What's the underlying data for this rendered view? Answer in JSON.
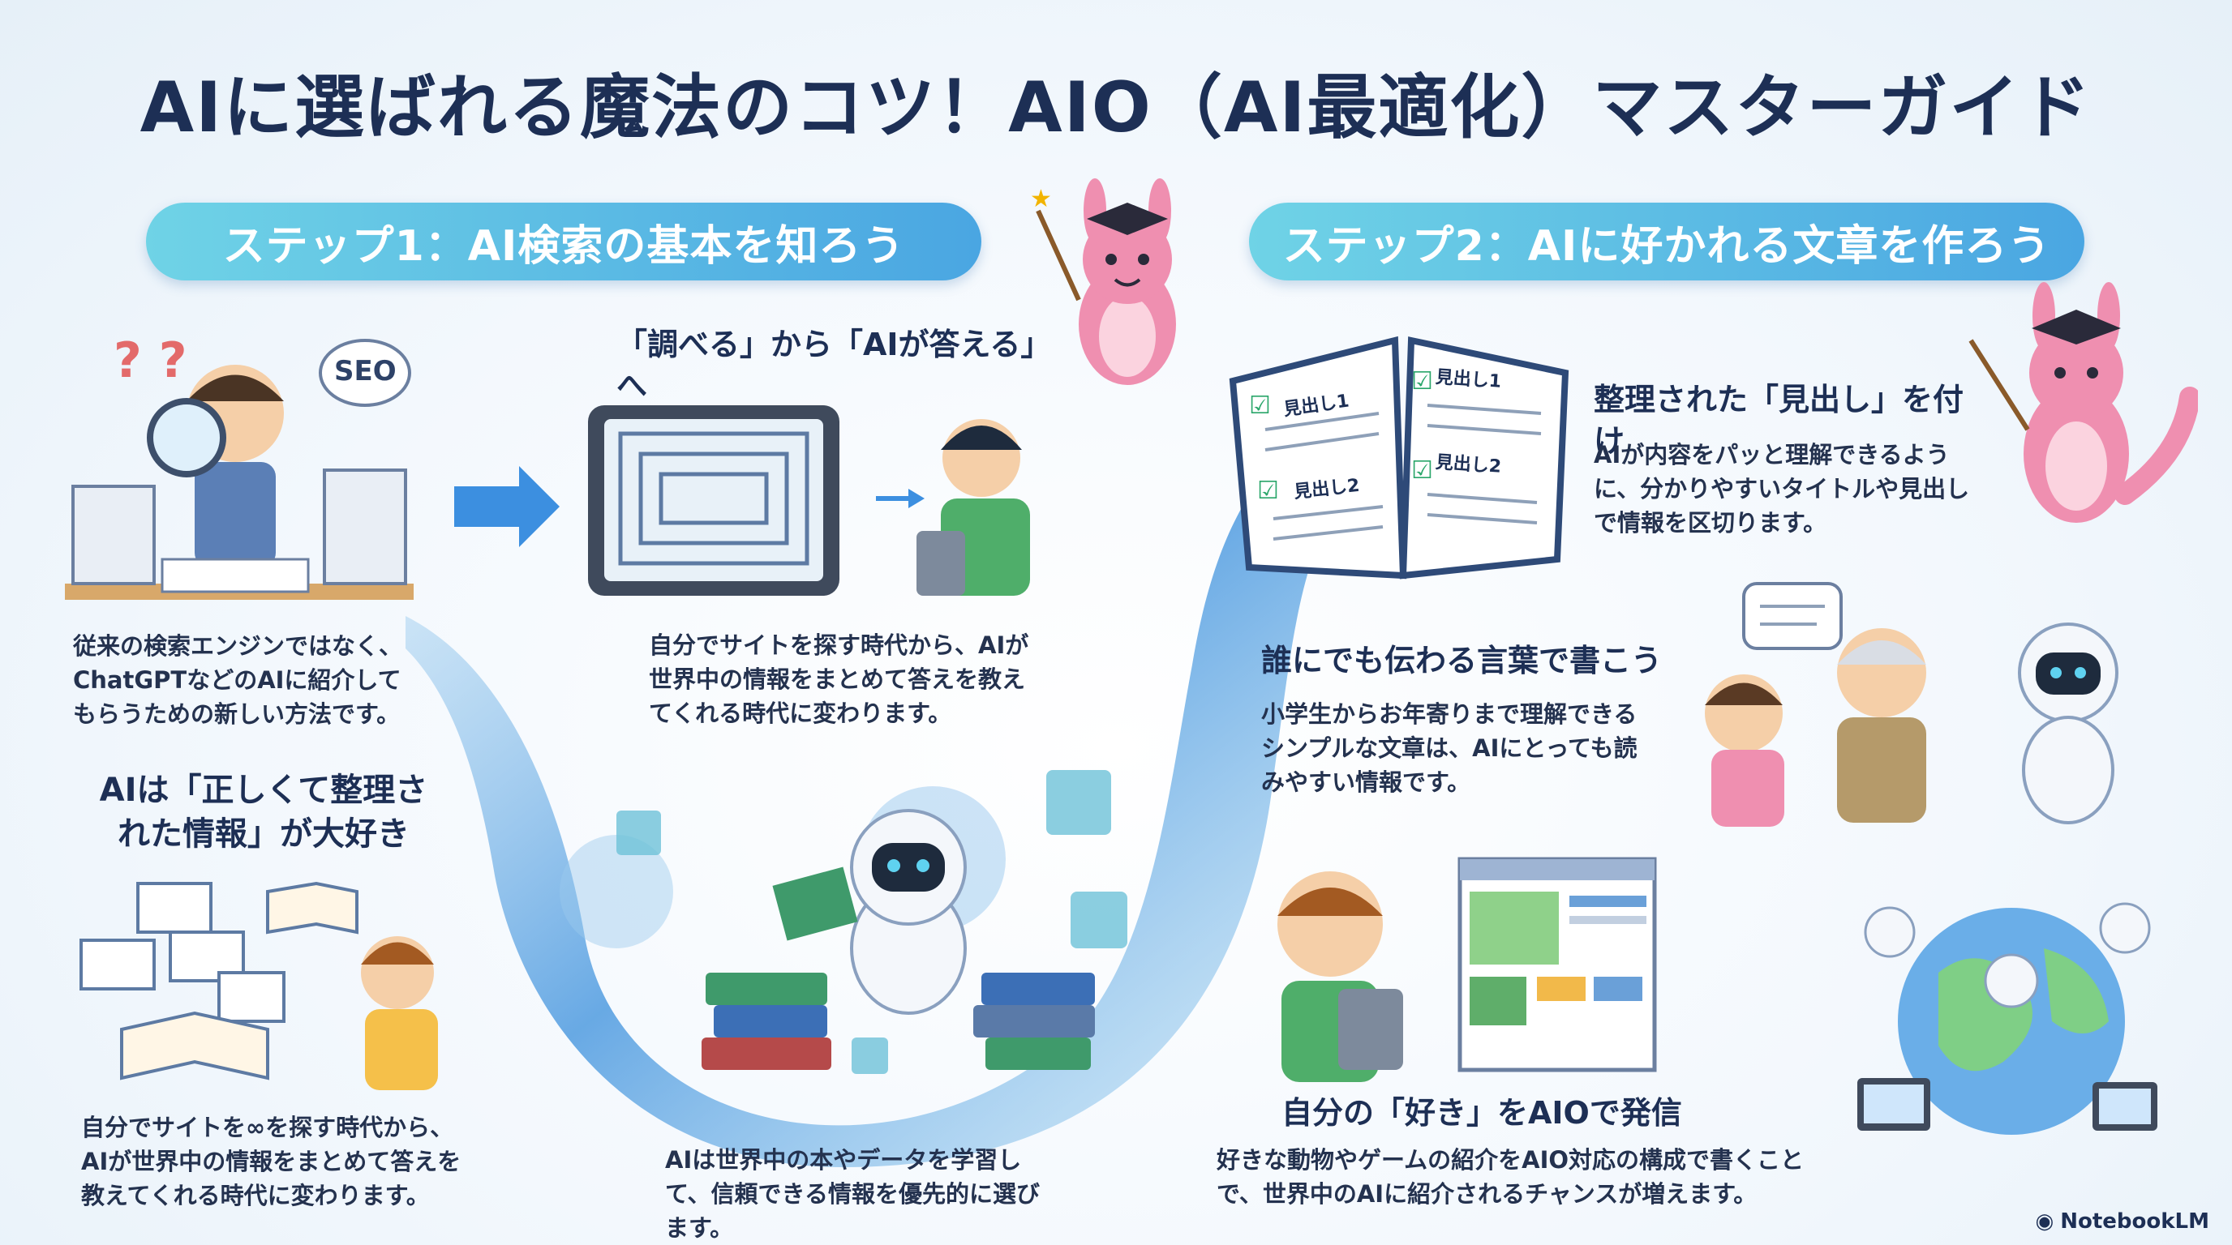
{
  "title": "AIに選ばれる魔法のコツ！AIO（AI最適化）マスターガイド",
  "step1": {
    "label": "ステップ1：AI検索の基本を知ろう"
  },
  "step2": {
    "label": "ステップ2：AIに好かれる文章を作ろう"
  },
  "seo_bubble": "SEO",
  "question_marks": "? ?",
  "panel_intro": {
    "body": "従来の検索エンジンではなく、ChatGPTなどのAIに紹介してもらうための新しい方法です。"
  },
  "panel_shift": {
    "heading": "「調べる」から「AIが答える」へ",
    "body": "自分でサイトを探す時代から、AIが世界中の情報をまとめて答えを教えてくれる時代に変わります。"
  },
  "panel_likes": {
    "heading": "AIは「正しくて整理された情報」が大好き",
    "body": "自分でサイトを∞を探す時代から、AIが世界中の情報をまとめて答えを教えてくれる時代に変わります。"
  },
  "panel_learning": {
    "body": "AIは世界中の本やデータを学習して、信頼できる情報を優先的に選びます。"
  },
  "panel_headings": {
    "heading": "整理された「見出し」を付け",
    "body": "AIが内容をパッと理解できるように、分かりやすいタイトルや見出しで情報を区切ります。",
    "book_labels": [
      "見出し1",
      "見出し2",
      "見出し1",
      "見出し2"
    ]
  },
  "panel_words": {
    "heading": "誰にでも伝わる言葉で書こう",
    "body": "小学生からお年寄りまで理解できるシンプルな文章は、AIにとっても読みやすい情報です。"
  },
  "panel_share": {
    "heading": "自分の「好き」をAIOで発信",
    "body": "好きな動物やゲームの紹介をAIO対応の構成で書くことで、世界中のAIに紹介されるチャンスが増えます。"
  },
  "footer": {
    "brand": "NotebookLM"
  },
  "colors": {
    "title": "#1d2f55",
    "pill_start": "#6fd3e6",
    "pill_end": "#4aa6e2",
    "wave": "#5aa6e0",
    "mascot": "#ef8fb0"
  }
}
